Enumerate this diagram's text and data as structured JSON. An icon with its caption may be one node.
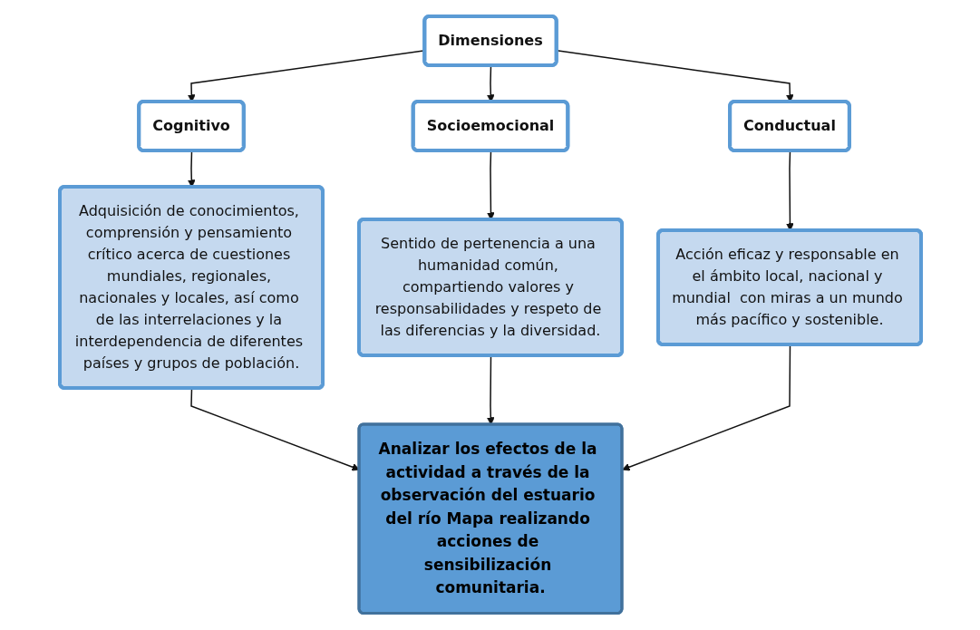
{
  "diagram": {
    "nodes": [
      {
        "text": [
          "Dimensiones"
        ]
      },
      {
        "text": [
          "Cognitivo"
        ]
      },
      {
        "text": [
          "Socioemocional"
        ]
      },
      {
        "text": [
          "Conductual"
        ]
      },
      {
        "text": [
          "Adquisición de conocimientos, comprensión y pensamiento crítico acerca de cuestiones mundiales, regionales, nacionales y locales, así como de las interrelaciones y la interdependencia de diferentes países y grupos de población."
        ]
      },
      {
        "text": [
          "Sentido de pertenencia a una humanidad común, compartiendo valores y responsabilidades y respeto de las diferencias y la diversidad."
        ]
      },
      {
        "text": [
          "Acción eficaz y responsable en el ámbito local, nacional y mundial  con miras a un mundo más pacífico y sostenible."
        ]
      },
      {
        "text": [
          "Analizar los efectos de la actividad a través de la observación del estuario del río Mapa realizando acciones de sensibilización comunitaria."
        ]
      }
    ],
    "edges": [
      {
        "from": 0,
        "to": 1,
        "arrow": "to"
      },
      {
        "from": 0,
        "to": 2,
        "arrow": "to"
      },
      {
        "from": 0,
        "to": 3,
        "arrow": "to"
      },
      {
        "from": 1,
        "to": 4,
        "arrow": "to"
      },
      {
        "from": 2,
        "to": 5,
        "arrow": "to"
      },
      {
        "from": 3,
        "to": 6,
        "arrow": "to"
      },
      {
        "from": 4,
        "to": 7,
        "arrow": "to"
      },
      {
        "from": 5,
        "to": 7,
        "arrow": "to"
      },
      {
        "from": 6,
        "to": 7,
        "arrow": "to"
      }
    ]
  }
}
